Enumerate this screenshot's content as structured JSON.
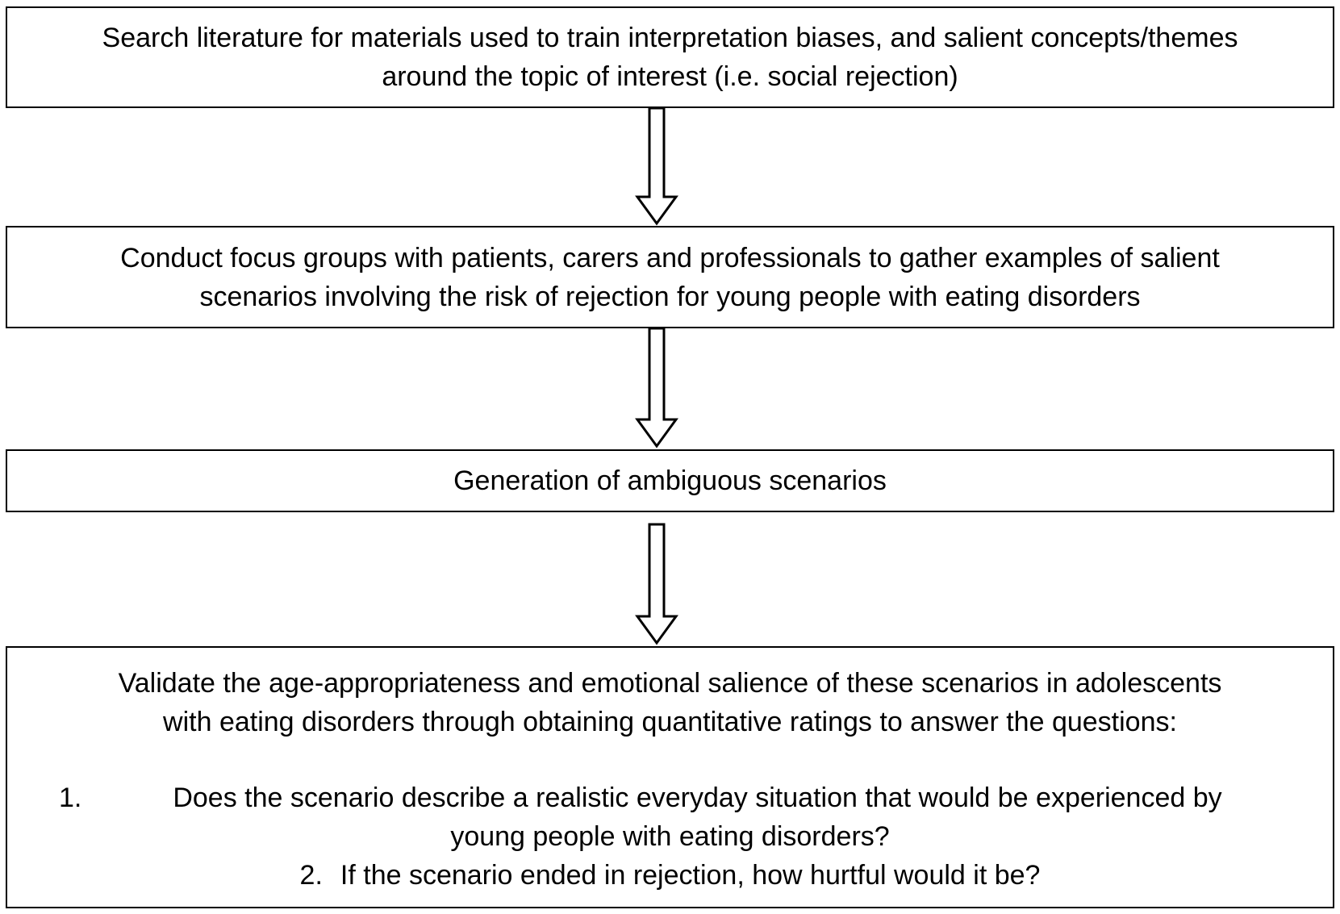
{
  "steps": [
    {
      "lines": [
        "Search literature for materials used to train interpretation biases, and salient concepts/themes",
        "around the topic of interest (i.e. social rejection)"
      ]
    },
    {
      "lines": [
        "Conduct focus groups with patients, carers and professionals to gather examples of salient",
        "scenarios involving the risk of rejection for young people with eating disorders"
      ]
    },
    {
      "lines": [
        "Generation of ambiguous scenarios"
      ]
    },
    {
      "lines": [
        "Validate the age-appropriateness and emotional salience of these scenarios in adolescents",
        "with eating disorders through obtaining quantitative ratings to answer the questions:"
      ],
      "questions": [
        {
          "number": "1.",
          "text_line1": "Does the scenario describe a realistic everyday situation that would be experienced by",
          "text_line2": "young people with eating disorders?"
        },
        {
          "number": "2.",
          "text": "If the scenario ended in rejection, how hurtful would it be?"
        }
      ]
    }
  ],
  "style": {
    "border_color": "#000000",
    "background_color": "#ffffff",
    "text_color": "#000000"
  }
}
